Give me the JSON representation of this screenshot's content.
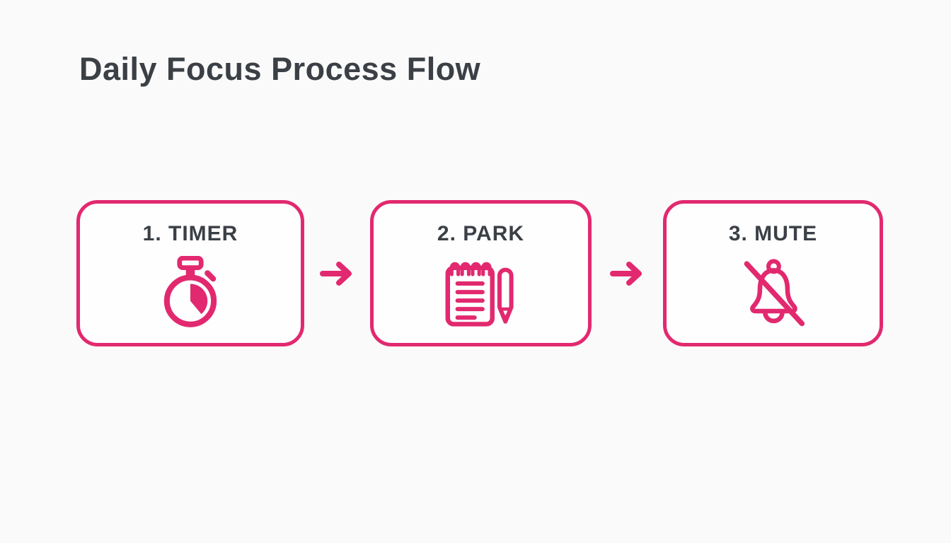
{
  "colors": {
    "accent": "#e2296f",
    "text": "#3b4046",
    "background": "#fbfafa",
    "card_bg": "#fefefe"
  },
  "title": "Daily Focus Process Flow",
  "flow": {
    "connector_symbol": "→",
    "steps": [
      {
        "label": "1. TIMER",
        "icon": "stopwatch-icon"
      },
      {
        "label": "2. PARK",
        "icon": "notepad-pen-icon"
      },
      {
        "label": "3. MUTE",
        "icon": "bell-muted-icon"
      }
    ]
  }
}
